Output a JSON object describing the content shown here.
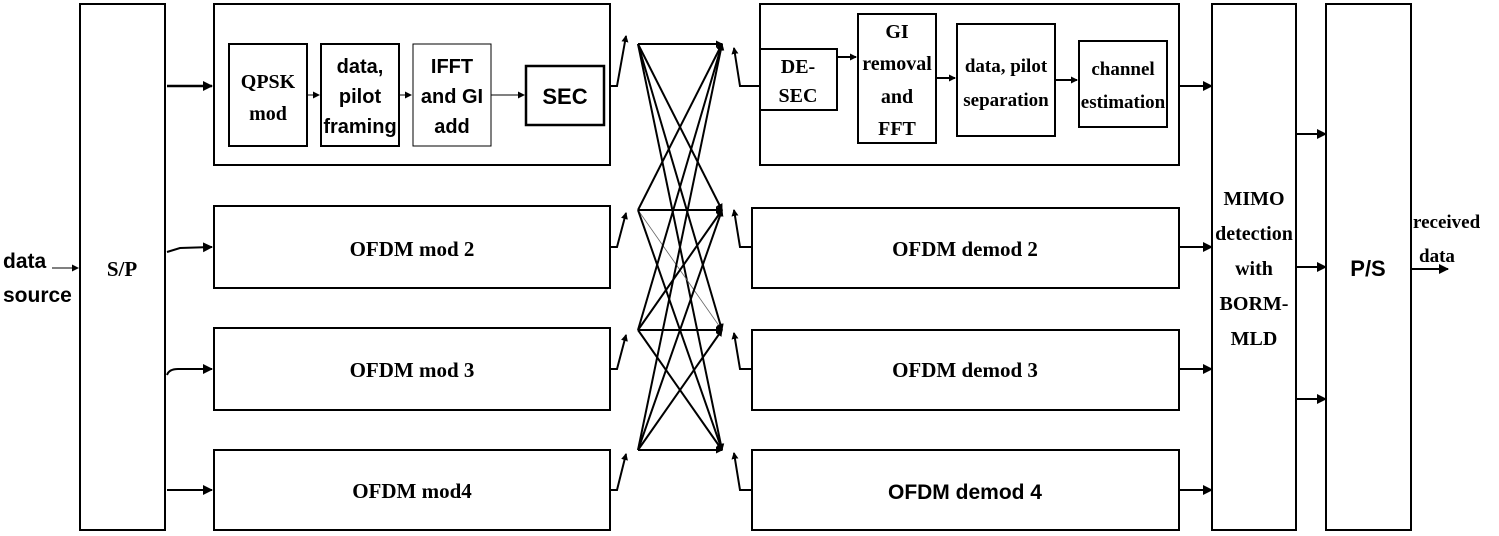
{
  "input_label": [
    "data",
    "source"
  ],
  "output_label": [
    "received",
    "data"
  ],
  "sp_label": "S/P",
  "ps_label": "P/S",
  "mimo_label": [
    "MIMO",
    "detection",
    "with",
    "BORM-",
    "MLD"
  ],
  "tx1_blocks": {
    "qpsk": [
      "QPSK",
      "mod"
    ],
    "framing": [
      "data,",
      "pilot",
      "framing"
    ],
    "ifft": [
      "IFFT",
      "and GI",
      "add"
    ],
    "sec": [
      "SEC"
    ]
  },
  "rx1_blocks": {
    "desec": [
      "DE-",
      "SEC"
    ],
    "gi": [
      "GI",
      "removal",
      "and",
      "FFT"
    ],
    "separation": [
      "data, pilot",
      "separation"
    ],
    "channel": [
      "channel",
      "estimation"
    ]
  },
  "tx_labels": [
    "OFDM mod 2",
    "OFDM mod 3",
    "OFDM mod4"
  ],
  "rx_labels": [
    "OFDM demod 2",
    "OFDM demod 3",
    "OFDM demod 4"
  ]
}
